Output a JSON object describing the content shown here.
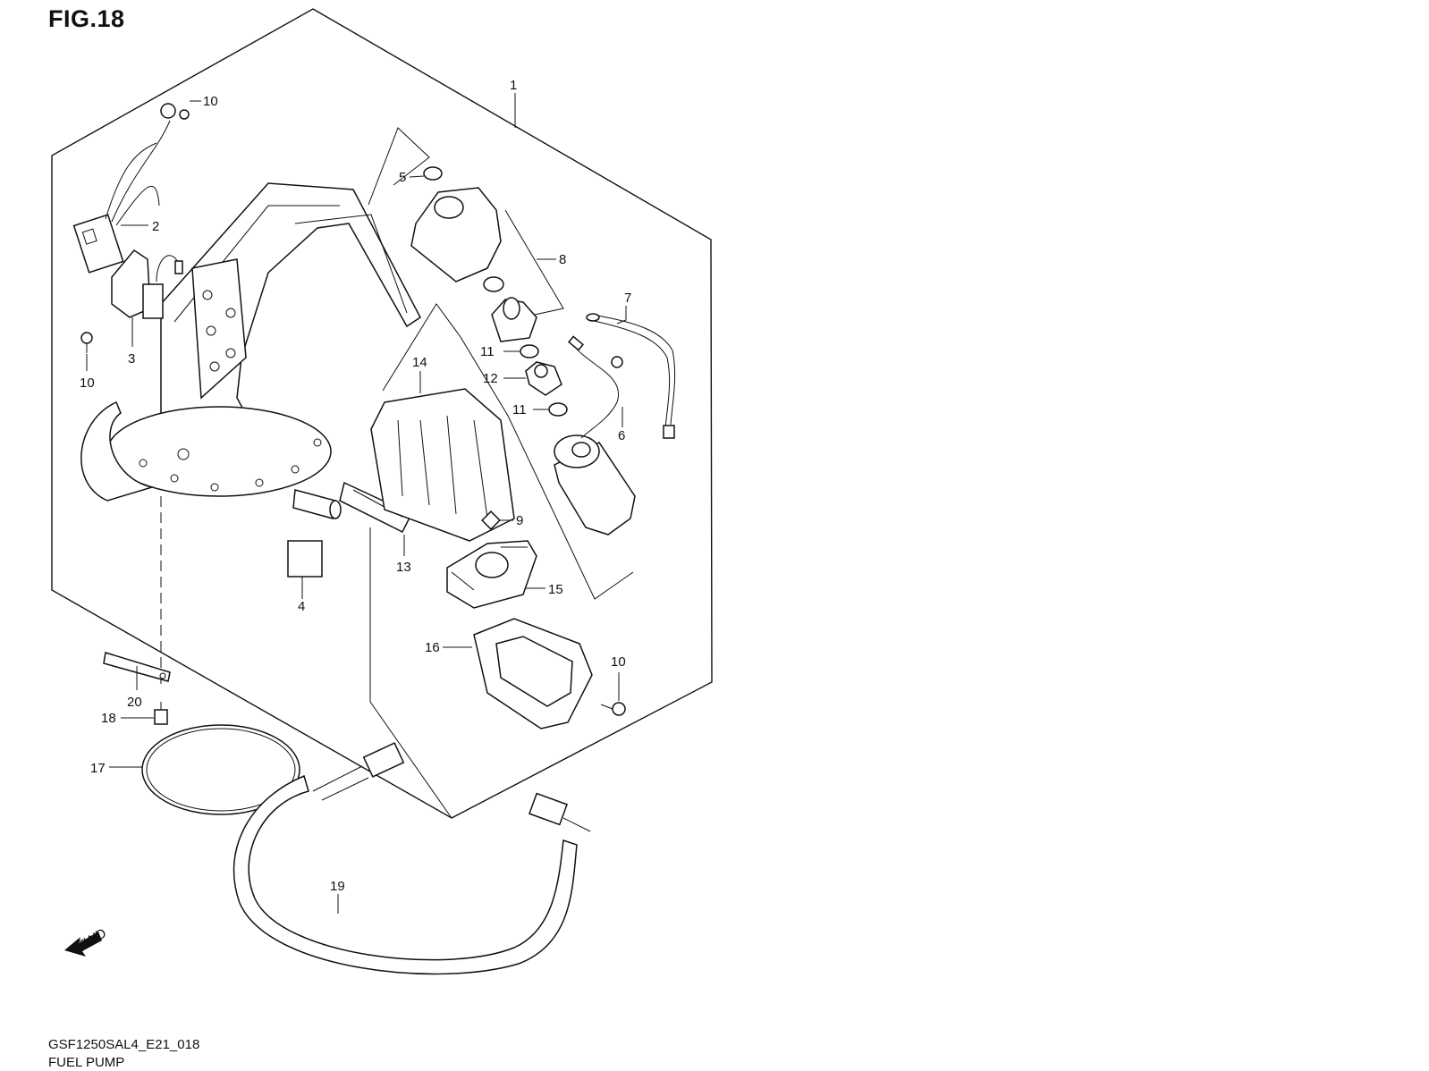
{
  "figure": {
    "title": "FIG.18",
    "model_code": "GSF1250SAL4_E21_018",
    "page_label": "FUEL PUMP"
  },
  "fwd_label": "FWD",
  "callouts": [
    {
      "id": "c1",
      "label": "1"
    },
    {
      "id": "c2",
      "label": "2"
    },
    {
      "id": "c3",
      "label": "3"
    },
    {
      "id": "c4",
      "label": "4"
    },
    {
      "id": "c5",
      "label": "5"
    },
    {
      "id": "c6",
      "label": "6"
    },
    {
      "id": "c7",
      "label": "7"
    },
    {
      "id": "c8",
      "label": "8"
    },
    {
      "id": "c9",
      "label": "9"
    },
    {
      "id": "c10a",
      "label": "10"
    },
    {
      "id": "c10b",
      "label": "10"
    },
    {
      "id": "c10c",
      "label": "10"
    },
    {
      "id": "c11a",
      "label": "11"
    },
    {
      "id": "c11b",
      "label": "11"
    },
    {
      "id": "c12",
      "label": "12"
    },
    {
      "id": "c13",
      "label": "13"
    },
    {
      "id": "c14",
      "label": "14"
    },
    {
      "id": "c15",
      "label": "15"
    },
    {
      "id": "c16",
      "label": "16"
    },
    {
      "id": "c17",
      "label": "17"
    },
    {
      "id": "c18",
      "label": "18"
    },
    {
      "id": "c19",
      "label": "19"
    },
    {
      "id": "c20",
      "label": "20"
    }
  ]
}
